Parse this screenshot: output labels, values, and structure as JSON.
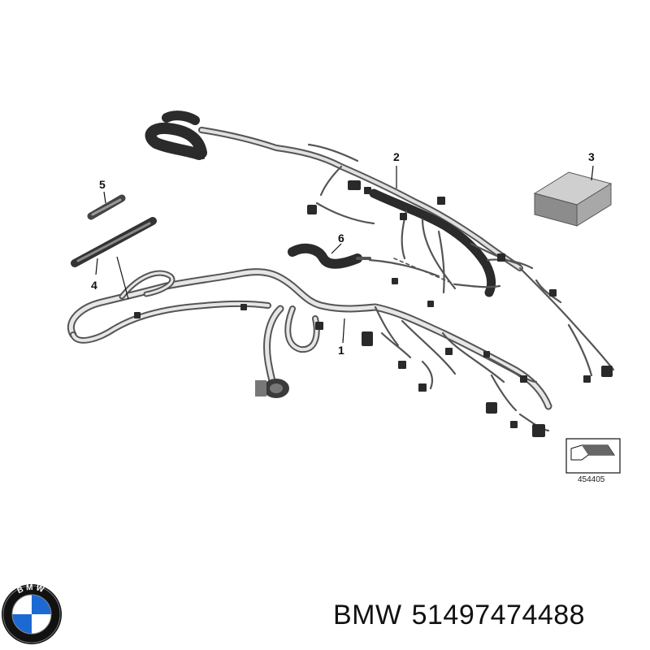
{
  "callouts": {
    "part_1": "1",
    "part_2": "2",
    "part_3": "3",
    "part_4": "4",
    "part_5": "5",
    "part_6": "6"
  },
  "reference_code": "454405",
  "caption": {
    "brand": "BMW",
    "part_number": "51497474488"
  },
  "logo": {
    "text": "BMW",
    "colors": {
      "blue": "#1c69d4",
      "white": "#ffffff",
      "ring": "#111111"
    }
  },
  "colors": {
    "harness": "#555555",
    "harness_light": "#9a9a9a",
    "sleeve": "#2b2b2b",
    "box_top": "#cfcfcf",
    "box_front": "#8c8c8c",
    "box_side": "#a8a8a8"
  }
}
